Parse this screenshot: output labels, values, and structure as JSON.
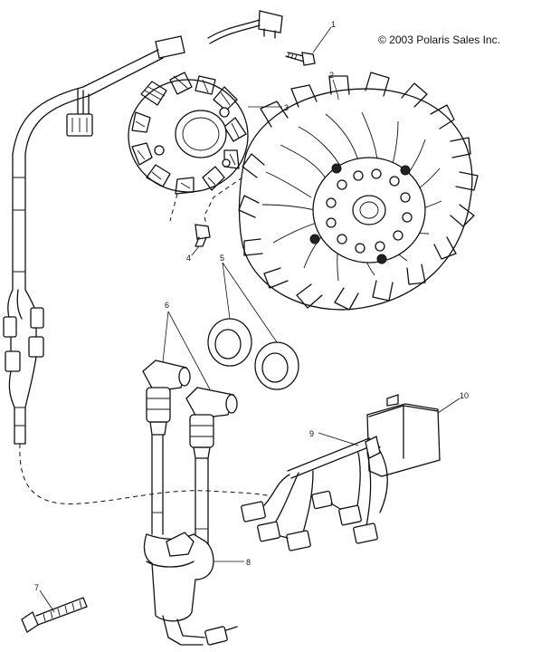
{
  "copyright": "© 2003 Polaris Sales Inc.",
  "callouts": {
    "c1": "1",
    "c2": "2",
    "c3": "3",
    "c4": "4",
    "c5": "5",
    "c6": "6",
    "c7": "7",
    "c8": "8",
    "c9": "9",
    "c10": "10"
  }
}
